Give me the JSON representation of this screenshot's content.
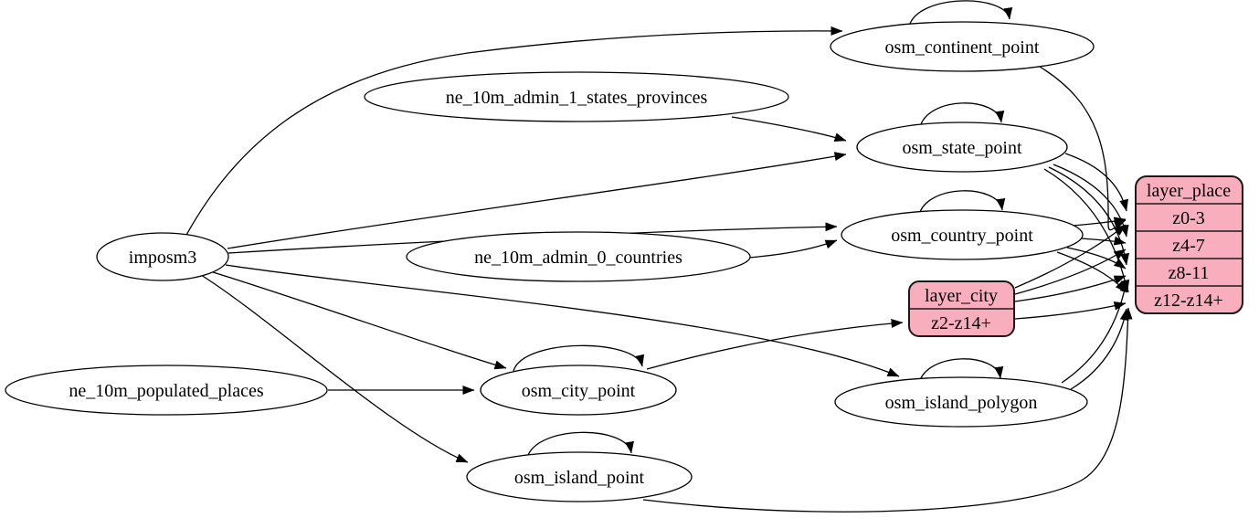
{
  "diagram": {
    "kind": "etl-graph",
    "colors": {
      "background": "#ffffff",
      "node_fill": "#ffffff",
      "node_stroke": "#000000",
      "edge_color": "#000000",
      "record_fill": "#f9aebd",
      "record_stroke": "#1a1a1a"
    },
    "nodes": {
      "imposm3": "imposm3",
      "ne_10m_admin_1_states_provinces": "ne_10m_admin_1_states_provinces",
      "ne_10m_admin_0_countries": "ne_10m_admin_0_countries",
      "ne_10m_populated_places": "ne_10m_populated_places",
      "osm_continent_point": "osm_continent_point",
      "osm_state_point": "osm_state_point",
      "osm_country_point": "osm_country_point",
      "osm_city_point": "osm_city_point",
      "osm_island_polygon": "osm_island_polygon",
      "osm_island_point": "osm_island_point"
    },
    "records": {
      "layer_city": {
        "title": "layer_city",
        "rows": [
          "z2-z14+"
        ]
      },
      "layer_place": {
        "title": "layer_place",
        "rows": [
          "z0-3",
          "z4-7",
          "z8-11",
          "z12-z14+"
        ]
      }
    },
    "edges": [
      {
        "from": "imposm3",
        "to": "osm_continent_point"
      },
      {
        "from": "imposm3",
        "to": "osm_state_point"
      },
      {
        "from": "imposm3",
        "to": "osm_country_point"
      },
      {
        "from": "imposm3",
        "to": "osm_city_point"
      },
      {
        "from": "imposm3",
        "to": "osm_island_polygon"
      },
      {
        "from": "imposm3",
        "to": "osm_island_point"
      },
      {
        "from": "ne_10m_admin_1_states_provinces",
        "to": "osm_state_point"
      },
      {
        "from": "ne_10m_admin_0_countries",
        "to": "osm_country_point"
      },
      {
        "from": "ne_10m_populated_places",
        "to": "osm_city_point"
      },
      {
        "from": "osm_continent_point",
        "to": "osm_continent_point"
      },
      {
        "from": "osm_state_point",
        "to": "osm_state_point"
      },
      {
        "from": "osm_country_point",
        "to": "osm_country_point"
      },
      {
        "from": "osm_city_point",
        "to": "osm_city_point"
      },
      {
        "from": "osm_island_polygon",
        "to": "osm_island_polygon"
      },
      {
        "from": "osm_island_point",
        "to": "osm_island_point"
      },
      {
        "from": "osm_continent_point",
        "to": "layer_place:z0-3"
      },
      {
        "from": "osm_state_point",
        "to": "layer_place:z0-3"
      },
      {
        "from": "osm_state_point",
        "to": "layer_place:z4-7"
      },
      {
        "from": "osm_state_point",
        "to": "layer_place:z8-11"
      },
      {
        "from": "osm_state_point",
        "to": "layer_place:z12-z14+"
      },
      {
        "from": "osm_country_point",
        "to": "layer_place:z0-3"
      },
      {
        "from": "osm_country_point",
        "to": "layer_place:z4-7"
      },
      {
        "from": "osm_country_point",
        "to": "layer_place:z8-11"
      },
      {
        "from": "osm_country_point",
        "to": "layer_place:z12-z14+"
      },
      {
        "from": "osm_city_point",
        "to": "layer_city:z2-z14+"
      },
      {
        "from": "layer_city",
        "to": "layer_place:z0-3"
      },
      {
        "from": "layer_city",
        "to": "layer_place:z4-7"
      },
      {
        "from": "layer_city",
        "to": "layer_place:z8-11"
      },
      {
        "from": "layer_city",
        "to": "layer_place:z12-z14+"
      },
      {
        "from": "osm_island_polygon",
        "to": "layer_place:z8-11"
      },
      {
        "from": "osm_island_polygon",
        "to": "layer_place:z12-z14+"
      },
      {
        "from": "osm_island_point",
        "to": "layer_place:z12-z14+"
      }
    ]
  }
}
